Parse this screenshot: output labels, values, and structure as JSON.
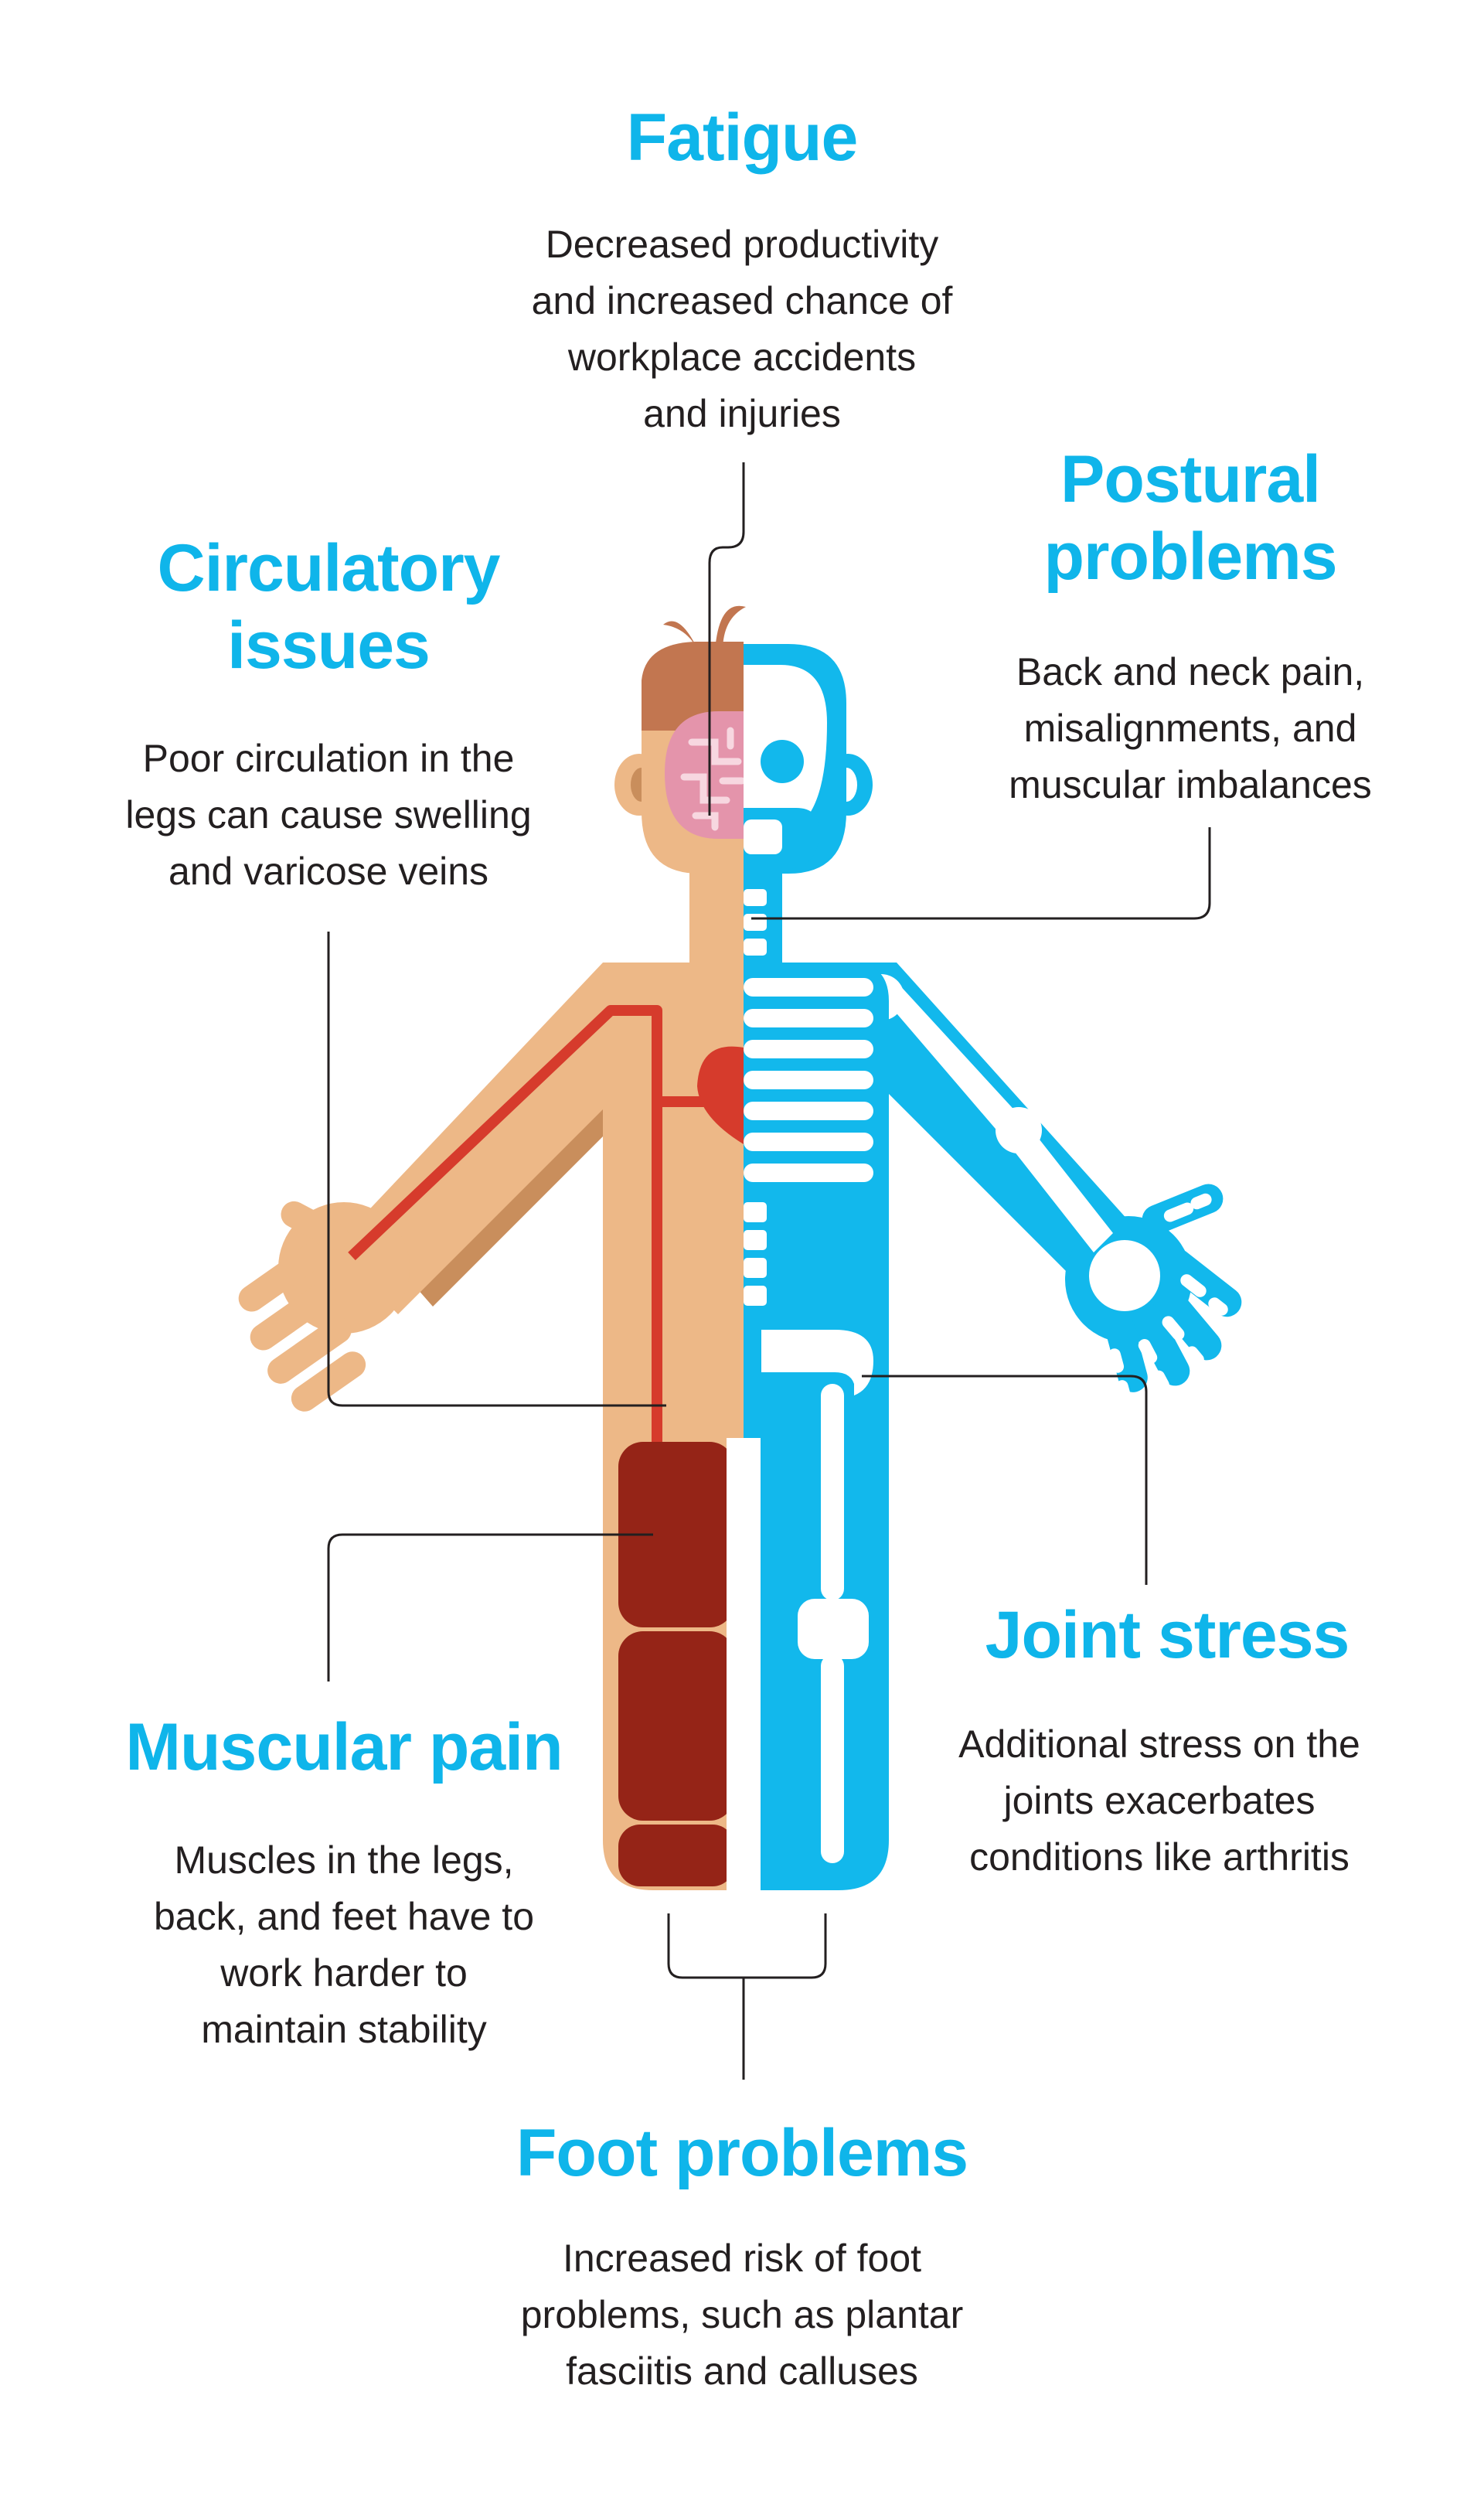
{
  "colors": {
    "heading": "#0fb5ea",
    "text": "#231f20",
    "skin": "#edb887",
    "skin_shadow": "#c98e5c",
    "hair": "#c27650",
    "brain": "#e494ab",
    "brain_lines": "#f7d7e0",
    "vein": "#d63b2c",
    "muscle": "#952417",
    "bone_blue": "#12b8ec",
    "shadow_blue": "#7fcdf0",
    "leader_line": "#231f20"
  },
  "callouts": {
    "fatigue": {
      "title": "Fatigue",
      "lines": [
        "Decreased productivity",
        "and increased chance of",
        "workplace accidents",
        "and injuries"
      ]
    },
    "postural": {
      "title_lines": [
        "Postural",
        "problems"
      ],
      "lines": [
        "Back and neck pain,",
        "misalignments, and",
        "muscular imbalances"
      ]
    },
    "circulatory": {
      "title_lines": [
        "Circulatory",
        "issues"
      ],
      "lines": [
        "Poor circulation in the",
        "legs can cause swelling",
        "and varicose veins"
      ]
    },
    "joint": {
      "title": "Joint stress",
      "lines": [
        "Additional stress on the",
        "joints exacerbates",
        "conditions like arthritis"
      ]
    },
    "muscular": {
      "title": "Muscular pain",
      "lines": [
        "Muscles in the legs,",
        "back, and feet have to",
        "work harder to",
        "maintain stability"
      ]
    },
    "foot": {
      "title": "Foot problems",
      "lines": [
        "Increased risk of foot",
        "problems, such as plantar",
        "fasciitis and calluses"
      ]
    }
  }
}
